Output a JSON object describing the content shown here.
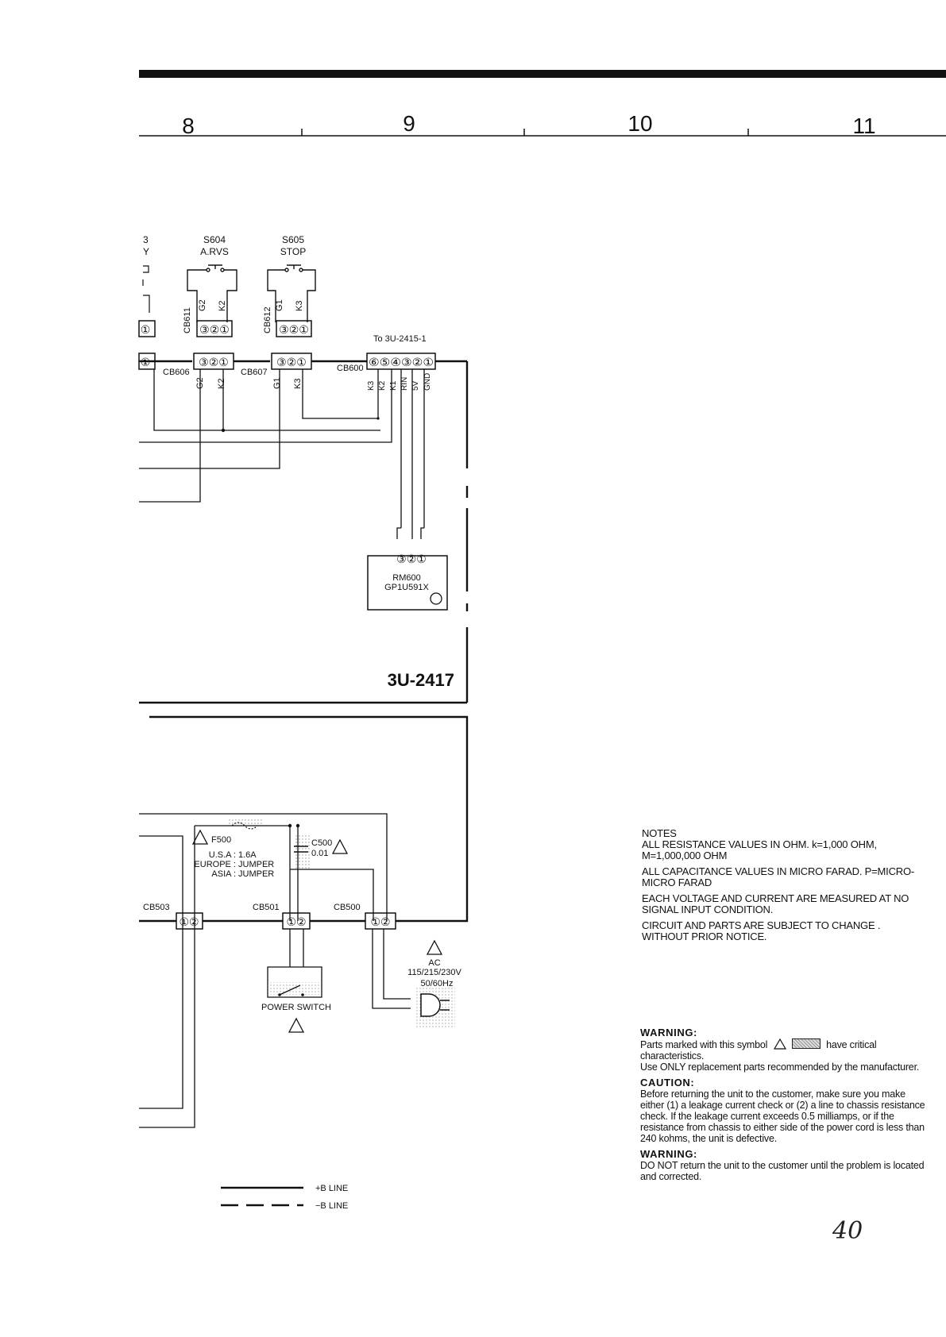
{
  "columns": [
    "8",
    "9",
    "10",
    "11"
  ],
  "board_label": "3U-2417",
  "switches": [
    {
      "ref": "S604",
      "name": "A.RVS"
    },
    {
      "ref": "S605",
      "name": "STOP"
    }
  ],
  "left_partial": {
    "top": "3",
    "bottom": "Y"
  },
  "connectors": {
    "cb611": "CB611",
    "cb612": "CB612",
    "cb606": "CB606",
    "cb607": "CB607",
    "cb600": "CB600",
    "cb503": "CB503",
    "cb501": "CB501",
    "cb500": "CB500"
  },
  "pin_labels": {
    "cb611": [
      "G2",
      "K2"
    ],
    "cb612": [
      "G1",
      "K3"
    ],
    "cb606": [
      "G2",
      "K2"
    ],
    "cb607": [
      "G1",
      "K3"
    ],
    "cb600": [
      "K3",
      "K2",
      "K1",
      "RIN",
      "5V",
      "GND"
    ]
  },
  "pins": {
    "p1": "①",
    "p12": "①②",
    "p321": "③②①",
    "p654321": "⑥⑤④③②①"
  },
  "to_label": "To 3U-2415-1",
  "remote": {
    "ref": "RM600",
    "part": "GP1U591X"
  },
  "fuse": {
    "ref": "F500",
    "specs": [
      {
        "region": "U.S.A :",
        "value": "1.6A"
      },
      {
        "region": "EUROPE :",
        "value": "JUMPER"
      },
      {
        "region": "ASIA :",
        "value": "JUMPER"
      }
    ]
  },
  "capacitor": {
    "ref": "C500",
    "value": "0.01"
  },
  "ac": {
    "label": "AC",
    "voltage": "115/215/230V",
    "freq": "50/60Hz"
  },
  "power_switch": "POWER SWITCH",
  "legend": [
    {
      "style": "solid",
      "label": "+B LINE"
    },
    {
      "style": "dashed",
      "label": "−B LINE"
    }
  ],
  "notes": {
    "title": "NOTES",
    "items": [
      "ALL RESISTANCE VALUES IN OHM. k=1,000 OHM, M=1,000,000 OHM",
      "ALL CAPACITANCE VALUES IN MICRO FARAD. P=MICRO-MICRO FARAD",
      "EACH VOLTAGE AND CURRENT ARE MEASURED AT NO SIGNAL INPUT CONDITION.",
      "CIRCUIT AND PARTS ARE SUBJECT TO CHANGE . WITHOUT PRIOR NOTICE."
    ]
  },
  "warning1": {
    "title": "WARNING:",
    "before": "Parts marked with this symbol",
    "after": "have critical characteristics.",
    "line2": "Use ONLY replacement parts recommended by the manufacturer."
  },
  "caution": {
    "title": "CAUTION:",
    "text": "Before returning the unit to the customer, make sure you make either (1) a leakage current check or (2) a line to chassis resistance check. If the leakage current exceeds 0.5 milliamps, or if the resistance from chassis to either side of the power cord is less than 240 kohms, the unit is defective."
  },
  "warning2": {
    "title": "WARNING:",
    "text": "DO NOT return the unit to the customer until the problem is located and corrected."
  },
  "page_number": "40"
}
